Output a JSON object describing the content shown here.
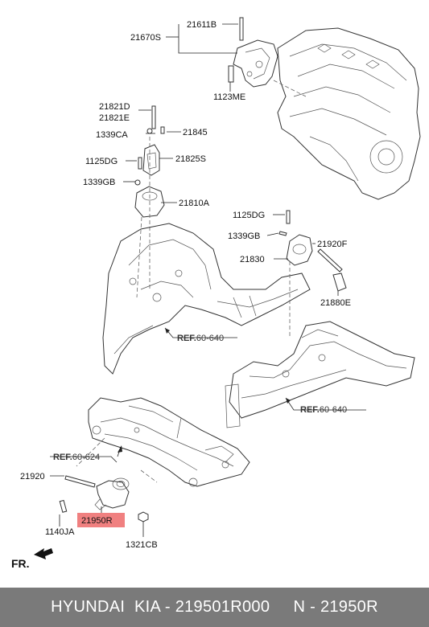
{
  "labels": {
    "l21611B": "21611B",
    "l21670S": "21670S",
    "l1123ME": "1123ME",
    "l21821D": "21821D",
    "l21821E": "21821E",
    "l1339CA": "1339CA",
    "l21845": "21845",
    "l1125DG_a": "1125DG",
    "l21825S": "21825S",
    "l1339GB_a": "1339GB",
    "l21810A": "21810A",
    "l1125DG_b": "1125DG",
    "l1339GB_b": "1339GB",
    "l21920F": "21920F",
    "l21830": "21830",
    "l21880E": "21880E",
    "l21920": "21920",
    "l1140JA": "1140JA",
    "l21950R": "21950R",
    "l1321CB": "1321CB"
  },
  "refs": {
    "ref1_prefix": "REF.",
    "ref1_num": "60-640",
    "ref2_prefix": "REF.",
    "ref2_num": "60-640",
    "ref3_prefix": "REF.",
    "ref3_num": "60-624"
  },
  "fr_label": "FR.",
  "highlight_color": "#f08080",
  "footer_text": "HYUNDAI  KIA - 219501R000     N - 21950R"
}
